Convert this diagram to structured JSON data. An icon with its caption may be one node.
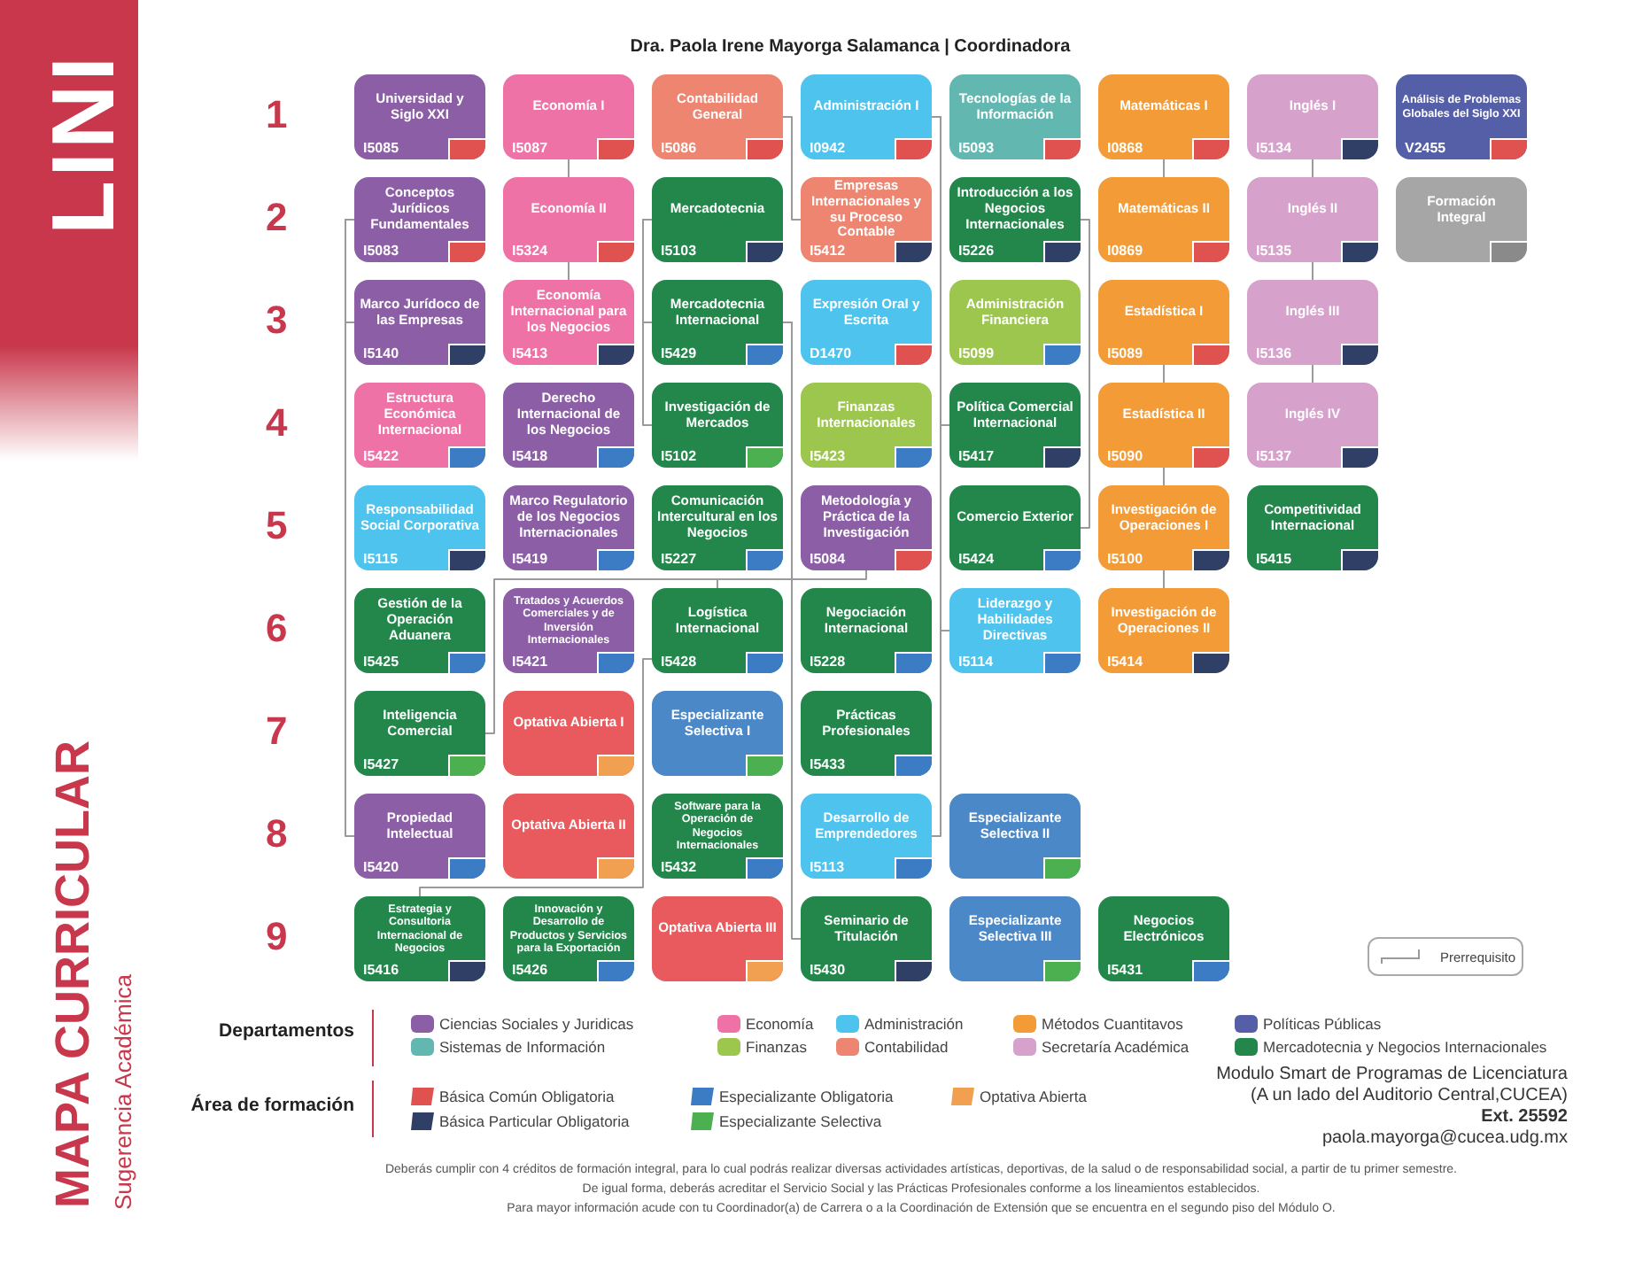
{
  "diagram": {
    "title": "Dra. Paola Irene Mayorga Salamanca | Coordinadora",
    "nodes": [
      {
        "text": [
          "Universidad y Siglo XXI",
          "I5085"
        ]
      },
      {
        "text": [
          "Economía I",
          "I5087"
        ]
      },
      {
        "text": [
          "Contabilidad General",
          "I5086"
        ]
      },
      {
        "text": [
          "Administración I",
          "I0942"
        ]
      },
      {
        "text": [
          "Tecnologías de la Información",
          "I5093"
        ]
      },
      {
        "text": [
          "Matemáticas I",
          "I0868"
        ]
      },
      {
        "text": [
          "Inglés I",
          "I5134"
        ]
      },
      {
        "text": [
          "Análisis de Problemas Globales del Siglo XXI",
          "V2455"
        ]
      },
      {
        "text": [
          "Conceptos Jurídicos Fundamentales",
          "I5083"
        ]
      },
      {
        "text": [
          "Economía II",
          "I5324"
        ]
      },
      {
        "text": [
          "Mercadotecnia",
          "I5103"
        ]
      },
      {
        "text": [
          "Empresas Internacionales y su Proceso Contable",
          "I5412"
        ]
      },
      {
        "text": [
          "Introducción a los Negocios Internacionales",
          "I5226"
        ]
      },
      {
        "text": [
          "Matemáticas II",
          "I0869"
        ]
      },
      {
        "text": [
          "Inglés II",
          "I5135"
        ]
      },
      {
        "text": [
          "Formación Integral"
        ]
      },
      {
        "text": [
          "Marco Jurídoco de las Empresas",
          "I5140"
        ]
      },
      {
        "text": [
          "Economía Internacional para los Negocios",
          "I5413"
        ]
      },
      {
        "text": [
          "Mercadotecnia Internacional",
          "I5429"
        ]
      },
      {
        "text": [
          "Expresión Oral y Escrita",
          "D1470"
        ]
      },
      {
        "text": [
          "Administración Financiera",
          "I5099"
        ]
      },
      {
        "text": [
          "Estadística I",
          "I5089"
        ]
      },
      {
        "text": [
          "Inglés III",
          "I5136"
        ]
      },
      {
        "text": [
          "Estructura Económica Internacional",
          "I5422"
        ]
      },
      {
        "text": [
          "Derecho Internacional de los Negocios",
          "I5418"
        ]
      },
      {
        "text": [
          "Investigación de Mercados",
          "I5102"
        ]
      },
      {
        "text": [
          "Finanzas Internacionales",
          "I5423"
        ]
      },
      {
        "text": [
          "Política Comercial Internacional",
          "I5417"
        ]
      },
      {
        "text": [
          "Estadística II",
          "I5090"
        ]
      },
      {
        "text": [
          "Inglés IV",
          "I5137"
        ]
      },
      {
        "text": [
          "Responsabilidad Social Corporativa",
          "I5115"
        ]
      },
      {
        "text": [
          "Marco Regulatorio de los Negocios Internacionales",
          "I5419"
        ]
      },
      {
        "text": [
          "Comunicación Intercultural en los Negocios",
          "I5227"
        ]
      },
      {
        "text": [
          "Metodología y Práctica de la Investigación",
          "I5084"
        ]
      },
      {
        "text": [
          "Comercio Exterior",
          "I5424"
        ]
      },
      {
        "text": [
          "Investigación de Operaciones I",
          "I5100"
        ]
      },
      {
        "text": [
          "Competitividad Internacional",
          "I5415"
        ]
      },
      {
        "text": [
          "Gestión de la Operación Aduanera",
          "I5425"
        ]
      },
      {
        "text": [
          "Tratados y Acuerdos Comerciales y de Inversión Internacionales",
          "I5421"
        ]
      },
      {
        "text": [
          "Logística Internacional",
          "I5428"
        ]
      },
      {
        "text": [
          "Negociación Internacional",
          "I5228"
        ]
      },
      {
        "text": [
          "Liderazgo y Habilidades Directivas",
          "I5114"
        ]
      },
      {
        "text": [
          "Investigación de Operaciones II",
          "I5414"
        ]
      },
      {
        "text": [
          "Inteligencia Comercial",
          "I5427"
        ]
      },
      {
        "text": [
          "Optativa Abierta I"
        ]
      },
      {
        "text": [
          "Especializante Selectiva I"
        ]
      },
      {
        "text": [
          "Prácticas Profesionales",
          "I5433"
        ]
      },
      {
        "text": [
          "Propiedad Intelectual",
          "I5420"
        ]
      },
      {
        "text": [
          "Optativa Abierta II"
        ]
      },
      {
        "text": [
          "Software para la Operación de Negocios Internacionales",
          "I5432"
        ]
      },
      {
        "text": [
          "Desarrollo de Emprendedores",
          "I5113"
        ]
      },
      {
        "text": [
          "Especializante Selectiva II"
        ]
      },
      {
        "text": [
          "Estrategia y Consultoria Internacional de Negocios",
          "I5416"
        ]
      },
      {
        "text": [
          "Innovación y Desarrollo de Productos y Servicios para la Exportación",
          "I5426"
        ]
      },
      {
        "text": [
          "Optativa Abierta III"
        ]
      },
      {
        "text": [
          "Seminario de Titulación",
          "I5430"
        ]
      },
      {
        "text": [
          "Especializante Selectiva III"
        ]
      },
      {
        "text": [
          "Negocios Electrónicos",
          "I5431"
        ]
      }
    ],
    "edges": [
      {
        "from": 1,
        "to": 9,
        "arrow": "none"
      },
      {
        "from": 9,
        "to": 17,
        "arrow": "none"
      },
      {
        "from": 2,
        "to": 11,
        "arrow": "none"
      },
      {
        "from": 3,
        "to": 27,
        "arrow": "none"
      },
      {
        "from": 3,
        "to": 41,
        "arrow": "none"
      },
      {
        "from": 3,
        "to": 50,
        "arrow": "none"
      },
      {
        "from": 12,
        "to": 34,
        "arrow": "none"
      },
      {
        "from": 5,
        "to": 13,
        "arrow": "none"
      },
      {
        "from": 21,
        "to": 28,
        "arrow": "none"
      },
      {
        "from": 28,
        "to": 35,
        "arrow": "none"
      },
      {
        "from": 35,
        "to": 42,
        "arrow": "none"
      },
      {
        "from": 6,
        "to": 14,
        "arrow": "none"
      },
      {
        "from": 14,
        "to": 22,
        "arrow": "none"
      },
      {
        "from": 22,
        "to": 29,
        "arrow": "none"
      },
      {
        "from": 8,
        "to": 16,
        "arrow": "none"
      },
      {
        "from": 8,
        "to": 47,
        "arrow": "none"
      },
      {
        "from": 10,
        "to": 18,
        "arrow": "none"
      },
      {
        "from": 10,
        "to": 25,
        "arrow": "none"
      },
      {
        "from": 18,
        "to": 43,
        "arrow": "none"
      },
      {
        "from": 18,
        "to": 39,
        "arrow": "none"
      },
      {
        "from": 33,
        "to": 55,
        "arrow": "none"
      },
      {
        "from": 39,
        "to": 52,
        "arrow": "none"
      }
    ],
    "labels": [
      "LINI",
      "1",
      "2",
      "3",
      "4",
      "5",
      "6",
      "7",
      "8",
      "9",
      "Departamentos",
      "Área de formación",
      "Modulo Smart de Programas de Licenciatura",
      "(A un lado del Auditorio Central,CUCEA)",
      "Ext. 25592",
      "paola.mayorga@cucea.udg.mx",
      "Deberás cumplir con 4 créditos de formación integral, para lo cual podrás realizar diversas actividades artísticas, deportivas, de la salud o de responsabilidad social, a partir de tu primer semestre.",
      "De igual forma, deberás acreditar el Servicio Social y las Prácticas Profesionales conforme a los lineamientos establecidos.",
      "Para mayor información acude con tu Coordinador(a) de Carrera o a la Coordinación de Extensión que se encuentra en el segundo piso del Módulo O.",
      "MAPA CURRICULAR",
      "Sugerencia Académica"
    ],
    "legend": [
      {
        "text": "Ciencias Sociales y Juridicas",
        "color": "#8c5ea6"
      },
      {
        "text": "Economía",
        "color": "#ee72a6"
      },
      {
        "text": "Administración",
        "color": "#4ec3ee"
      },
      {
        "text": "Métodos Cuantitavos",
        "color": "#f39b37"
      },
      {
        "text": "Políticas Públicas",
        "color": "#545fa8"
      },
      {
        "text": "Sistemas de Información",
        "color": "#62b8b0"
      },
      {
        "text": "Finanzas",
        "color": "#9dc64f"
      },
      {
        "text": "Contabilidad",
        "color": "#ee8570"
      },
      {
        "text": "Secretaría Académica",
        "color": "#d6a1cb"
      },
      {
        "text": "Mercadotecnia y Negocios Internacionales",
        "color": "#23874b"
      },
      {
        "text": "Básica Común Obligatoria",
        "color": "#e0524f"
      },
      {
        "text": "Especializante Obligatoria",
        "color": "#3c7cc4"
      },
      {
        "text": "Optativa Abierta",
        "color": "#f0a050"
      },
      {
        "text": "Básica Particular Obligatoria",
        "color": "#2f3f66"
      },
      {
        "text": "Especializante Selectiva",
        "color": "#4caf50"
      },
      {
        "text": "Prerrequisito"
      }
    ]
  }
}
